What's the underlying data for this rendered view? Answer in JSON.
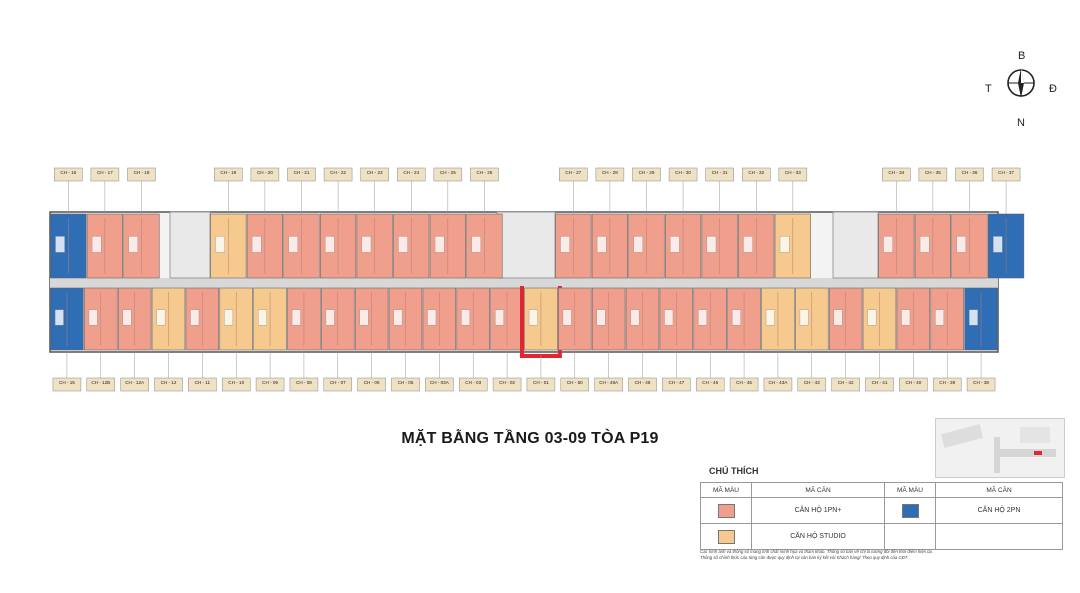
{
  "compass": {
    "north": "B",
    "south": "N",
    "west": "T",
    "east": "Đ"
  },
  "title": "MẶT BẰNG TẦNG 03-09 TÒA P19",
  "top_labels": [
    "CH - 16",
    "CH - 17",
    "CH - 18",
    "CH - 19",
    "CH - 20",
    "CH - 21",
    "CH - 22",
    "CH - 23",
    "CH - 24",
    "CH - 25",
    "CH - 26",
    "CH - 27",
    "CH - 28",
    "CH - 29",
    "CH - 30",
    "CH - 31",
    "CH - 32",
    "CH - 33",
    "CH - 34",
    "CH - 35",
    "CH - 36",
    "CH - 37"
  ],
  "bottom_labels": [
    "CH - 15",
    "CH - 12B",
    "CH - 12A",
    "CH - 12",
    "CH - 11",
    "CH - 10",
    "CH - 09",
    "CH - 08",
    "CH - 07",
    "CH - 06",
    "CH - 05",
    "CH - 03A",
    "CH - 03",
    "CH - 02",
    "CH - 01",
    "CH - 50",
    "CH - 48A",
    "CH - 48",
    "CH - 47",
    "CH - 46",
    "CH - 45",
    "CH - 43A",
    "CH - 43",
    "CH - 42",
    "CH - 41",
    "CH - 40",
    "CH - 39",
    "CH - 38"
  ],
  "legend": {
    "heading": "CHÚ THÍCH",
    "col_code": "MÃ MÀU",
    "col_type": "MÃ CĂN",
    "items": [
      {
        "label": "CĂN HỘ 1PN+",
        "color": "#ef9f8c"
      },
      {
        "label": "CĂN HỘ 2PN",
        "color": "#2f6db5"
      },
      {
        "label": "CĂN HỘ STUDIO",
        "color": "#f6c98f"
      }
    ]
  },
  "notes": [
    "Các hình ảnh và thông số mang tính chất minh họa và tham khảo. Thông số bản vẽ chỉ là tương đối đến thời điểm hiện tại.",
    "Thông số chính thức của từng căn được quy định tại văn bản ký kết với Khách hàng/ Theo quy định của CĐT."
  ],
  "colors": {
    "one_bed": "#ef9f8c",
    "two_bed": "#2f6db5",
    "studio": "#f6c98f",
    "highlight": "#e02630",
    "corridor": "#d8d8d8",
    "label_bg": "#efe2c4"
  },
  "top_units": [
    {
      "id": "CH - 16",
      "type": "2pn"
    },
    {
      "id": "CH - 17",
      "type": "1pn"
    },
    {
      "id": "CH - 18",
      "type": "1pn"
    },
    {
      "id": "CH - 19",
      "type": "studio"
    },
    {
      "id": "CH - 20",
      "type": "1pn"
    },
    {
      "id": "CH - 21",
      "type": "1pn"
    },
    {
      "id": "CH - 22",
      "type": "1pn"
    },
    {
      "id": "CH - 23",
      "type": "1pn"
    },
    {
      "id": "CH - 24",
      "type": "1pn"
    },
    {
      "id": "CH - 25",
      "type": "1pn"
    },
    {
      "id": "CH - 26",
      "type": "1pn"
    },
    {
      "id": "CH - 27",
      "type": "1pn"
    },
    {
      "id": "CH - 28",
      "type": "1pn"
    },
    {
      "id": "CH - 29",
      "type": "1pn"
    },
    {
      "id": "CH - 30",
      "type": "1pn"
    },
    {
      "id": "CH - 31",
      "type": "1pn"
    },
    {
      "id": "CH - 32",
      "type": "1pn"
    },
    {
      "id": "CH - 33",
      "type": "studio"
    },
    {
      "id": "CH - 34",
      "type": "1pn"
    },
    {
      "id": "CH - 35",
      "type": "1pn"
    },
    {
      "id": "CH - 36",
      "type": "1pn"
    },
    {
      "id": "CH - 37",
      "type": "2pn"
    }
  ],
  "bottom_units": [
    {
      "id": "CH - 15",
      "type": "2pn"
    },
    {
      "id": "CH - 12B",
      "type": "1pn"
    },
    {
      "id": "CH - 12A",
      "type": "1pn"
    },
    {
      "id": "CH - 12",
      "type": "studio"
    },
    {
      "id": "CH - 11",
      "type": "1pn"
    },
    {
      "id": "CH - 10",
      "type": "studio"
    },
    {
      "id": "CH - 09",
      "type": "studio"
    },
    {
      "id": "CH - 08",
      "type": "1pn"
    },
    {
      "id": "CH - 07",
      "type": "1pn"
    },
    {
      "id": "CH - 06",
      "type": "1pn"
    },
    {
      "id": "CH - 05",
      "type": "1pn"
    },
    {
      "id": "CH - 03A",
      "type": "1pn"
    },
    {
      "id": "CH - 03",
      "type": "1pn"
    },
    {
      "id": "CH - 02",
      "type": "1pn"
    },
    {
      "id": "CH - 01",
      "type": "studio"
    },
    {
      "id": "CH - 50",
      "type": "1pn"
    },
    {
      "id": "CH - 48A",
      "type": "1pn"
    },
    {
      "id": "CH - 48",
      "type": "1pn"
    },
    {
      "id": "CH - 47",
      "type": "1pn"
    },
    {
      "id": "CH - 46",
      "type": "1pn"
    },
    {
      "id": "CH - 45",
      "type": "1pn"
    },
    {
      "id": "CH - 43A",
      "type": "studio"
    },
    {
      "id": "CH - 43",
      "type": "studio"
    },
    {
      "id": "CH - 42",
      "type": "1pn"
    },
    {
      "id": "CH - 41",
      "type": "studio"
    },
    {
      "id": "CH - 40",
      "type": "1pn"
    },
    {
      "id": "CH - 39",
      "type": "1pn"
    },
    {
      "id": "CH - 38",
      "type": "2pn"
    }
  ],
  "highlighted_unit": "CH - 01"
}
